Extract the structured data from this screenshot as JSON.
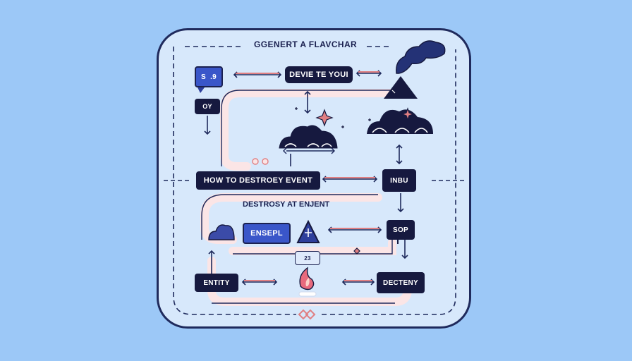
{
  "title": "GGENERT A FLAVCHAR",
  "nodes": {
    "top_center": "DEVIE TE YOUI",
    "small_box": "S  .9",
    "oy": "OY",
    "destroy_event": "HOW TO DESTROEY EVENT",
    "inbu": "INBU",
    "section_label": "DESTROSY AT ENJENT",
    "ensepl": "ENSEPL",
    "sop": "SOP",
    "small_tag": "23",
    "entity": "ENTITY",
    "decteny": "DECTENY"
  },
  "colors": {
    "background": "#9cc8f7",
    "panel": "#d7e8fb",
    "node": "#16193f",
    "accent_blue": "#3a56c9",
    "arrow": "#e07f82",
    "path": "#fbe5e6"
  }
}
